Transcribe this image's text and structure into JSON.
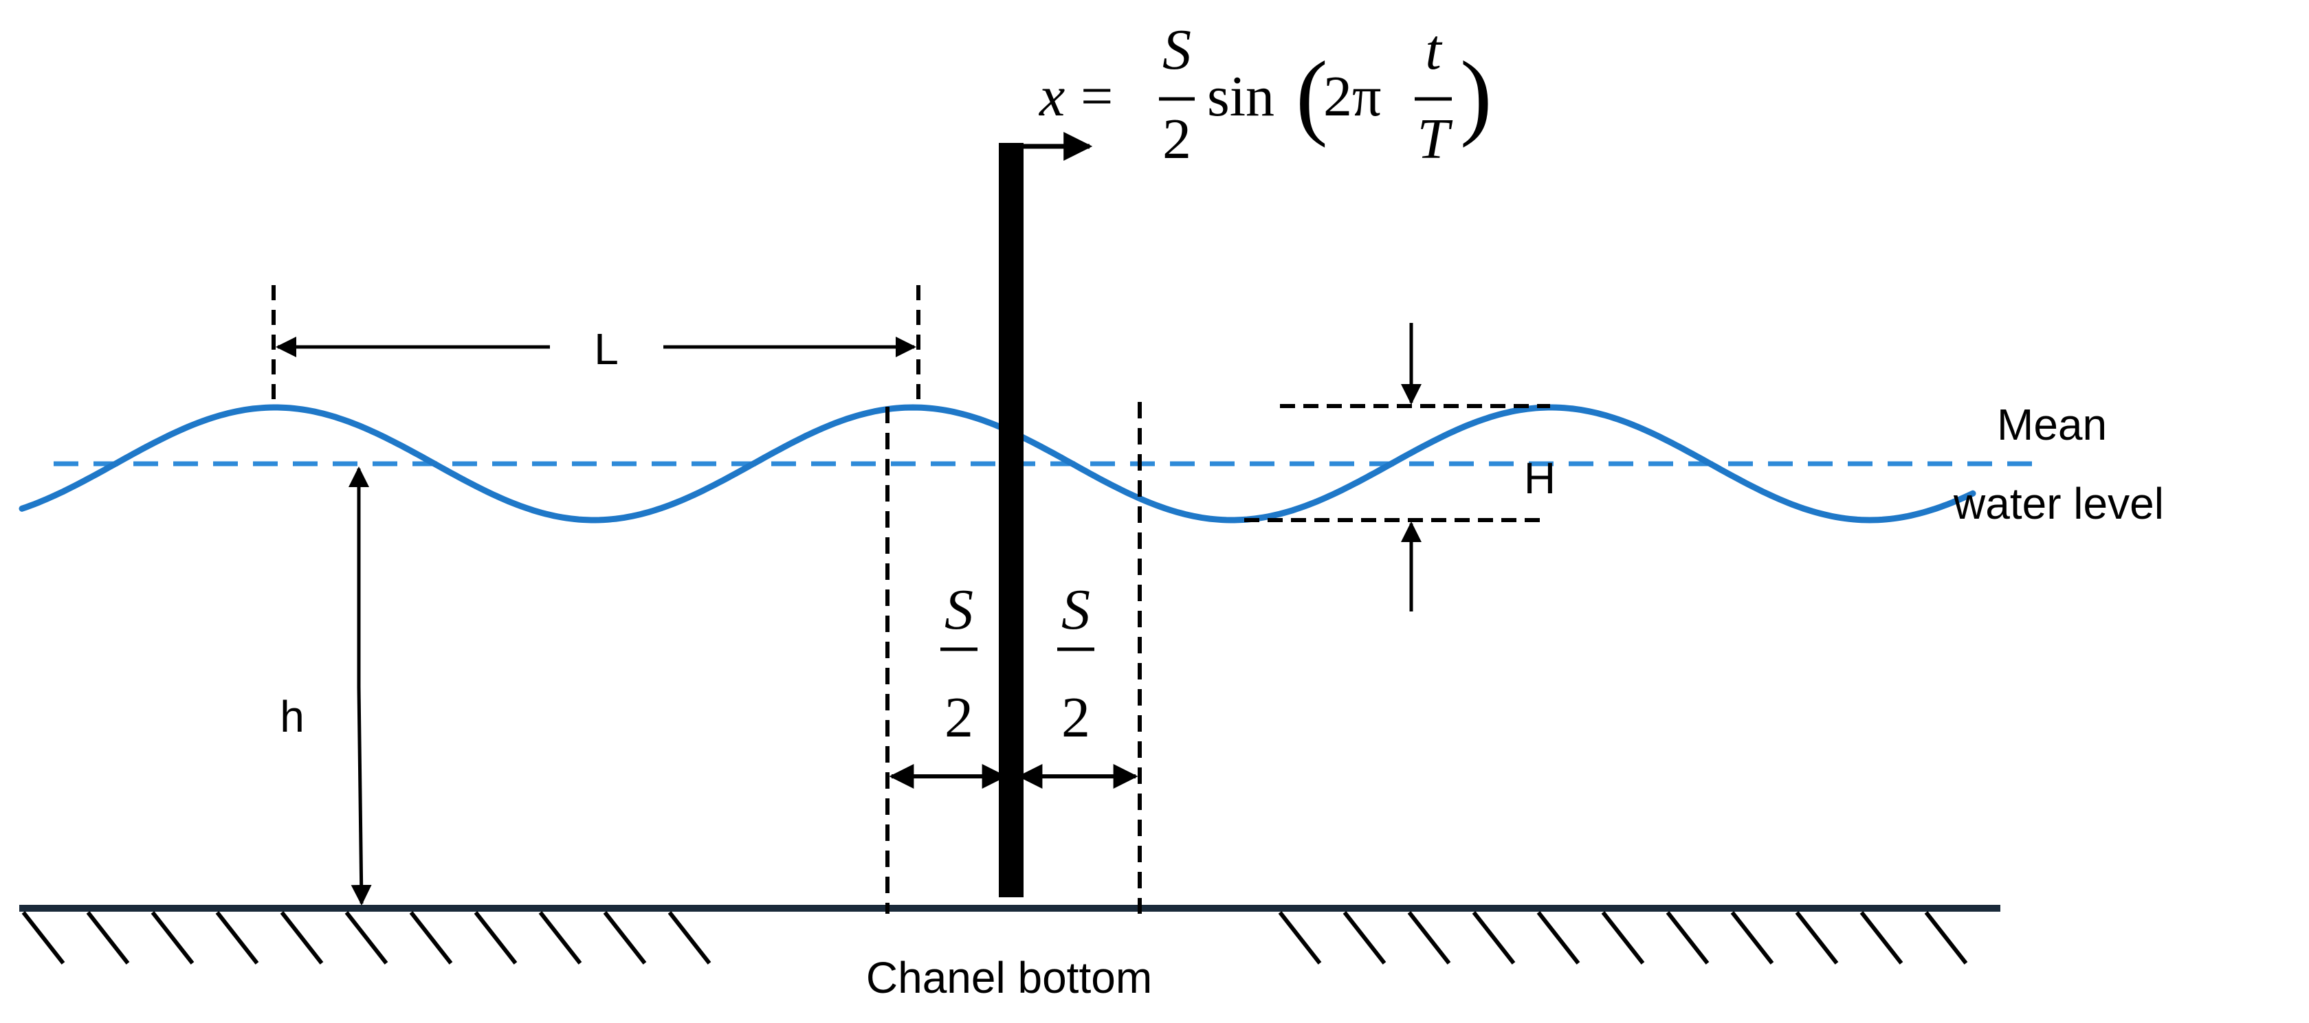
{
  "labels": {
    "wavelength": "L",
    "wave_height": "H",
    "depth": "h",
    "mean_water_level_line1": "Mean",
    "mean_water_level_line2": "water level",
    "channel_bottom": "Chanel bottom"
  },
  "equation": {
    "lhs": "x",
    "equals": "=",
    "frac_num": "S",
    "frac_den": "2",
    "func": "sin",
    "open_paren": "(",
    "coef": "2π",
    "inner_num": "t",
    "inner_den": "T",
    "close_paren": ")"
  },
  "stroke_labels": {
    "left_num": "S",
    "left_den": "2",
    "right_num": "S",
    "right_den": "2"
  },
  "colors": {
    "wave": "#1f78c8",
    "mean_level": "#2e8ad8",
    "ink": "#000000",
    "bottom": "#1a2a3a"
  }
}
